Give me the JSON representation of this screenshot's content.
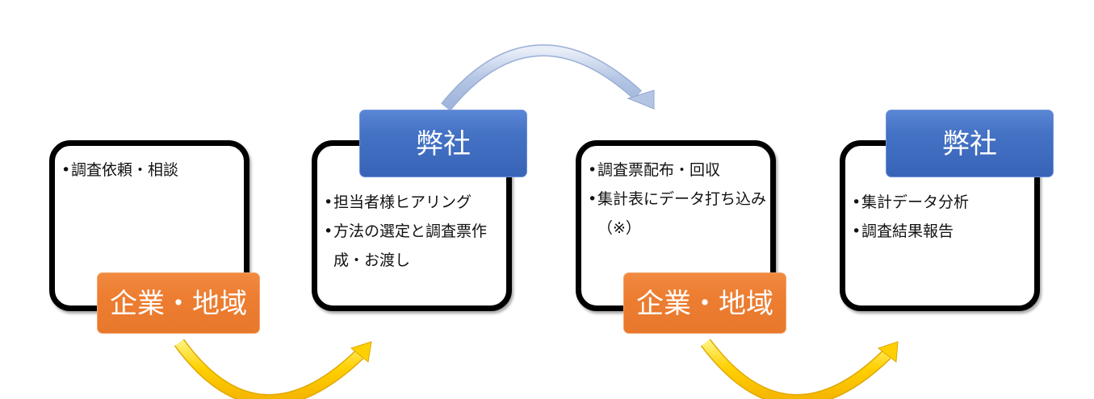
{
  "diagram": {
    "steps": [
      {
        "actor": "企業・地域",
        "actor_color": "#ED7D31",
        "items": [
          "調査依頼・相談"
        ]
      },
      {
        "actor": "弊社",
        "actor_color": "#4472C4",
        "items": [
          "担当者様ヒアリング",
          "方法の選定と調査票作成・お渡し"
        ]
      },
      {
        "actor": "企業・地域",
        "actor_color": "#ED7D31",
        "items": [
          "調査票配布・回収",
          "集計表にデータ打ち込み（※）"
        ]
      },
      {
        "actor": "弊社",
        "actor_color": "#4472C4",
        "items": [
          "集計データ分析",
          "調査結果報告"
        ]
      }
    ],
    "arrows": [
      {
        "from_step": 1,
        "to_step": 2,
        "color": "#FFC000",
        "direction": "below"
      },
      {
        "from_step": 2,
        "to_step": 3,
        "color": "#A9BCE0",
        "direction": "above"
      },
      {
        "from_step": 3,
        "to_step": 4,
        "color": "#FFC000",
        "direction": "below"
      }
    ]
  }
}
